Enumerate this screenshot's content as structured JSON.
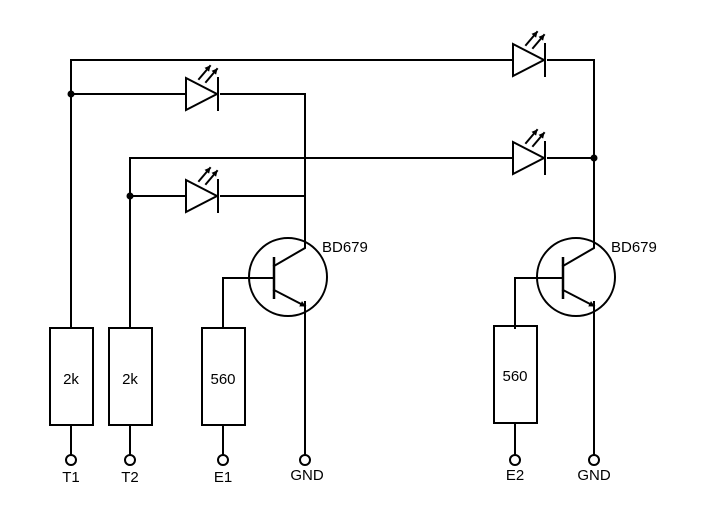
{
  "components": {
    "r1": {
      "value": "2k"
    },
    "r2": {
      "value": "2k"
    },
    "r3": {
      "value": "560"
    },
    "r4": {
      "value": "560"
    },
    "q1": {
      "part": "BD679"
    },
    "q2": {
      "part": "BD679"
    }
  },
  "terminals": {
    "t1": "T1",
    "t2": "T2",
    "e1": "E1",
    "gnd1": "GND",
    "e2": "E2",
    "gnd2": "GND"
  },
  "leds": [
    {
      "id": "led-1"
    },
    {
      "id": "led-2"
    },
    {
      "id": "led-3"
    },
    {
      "id": "led-4"
    }
  ]
}
